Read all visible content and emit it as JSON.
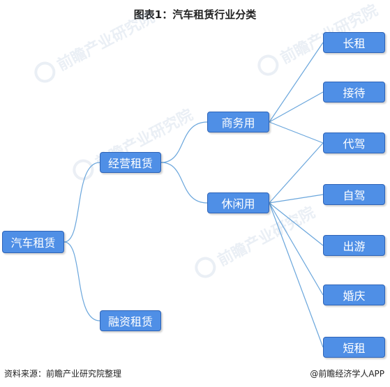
{
  "title": "图表1：汽车租赁行业分类",
  "nodes": {
    "root": "汽车租赁",
    "operating": "经营租赁",
    "financing": "融资租赁",
    "business": "商务用",
    "leisure": "休闲用",
    "long_term": "长租",
    "pickup": "接待",
    "chauffeur": "代驾",
    "self_drive": "自驾",
    "travel": "出游",
    "wedding": "婚庆",
    "short_term": "短租"
  },
  "watermark": "前瞻产业研究院",
  "footer": {
    "source": "资料来源：前瞻产业研究院整理",
    "credit": "@前瞻经济学人APP"
  },
  "colors": {
    "node_fill": "#4f8fe6",
    "node_border": "#2e63b6",
    "connector": "#6aa6dc"
  }
}
